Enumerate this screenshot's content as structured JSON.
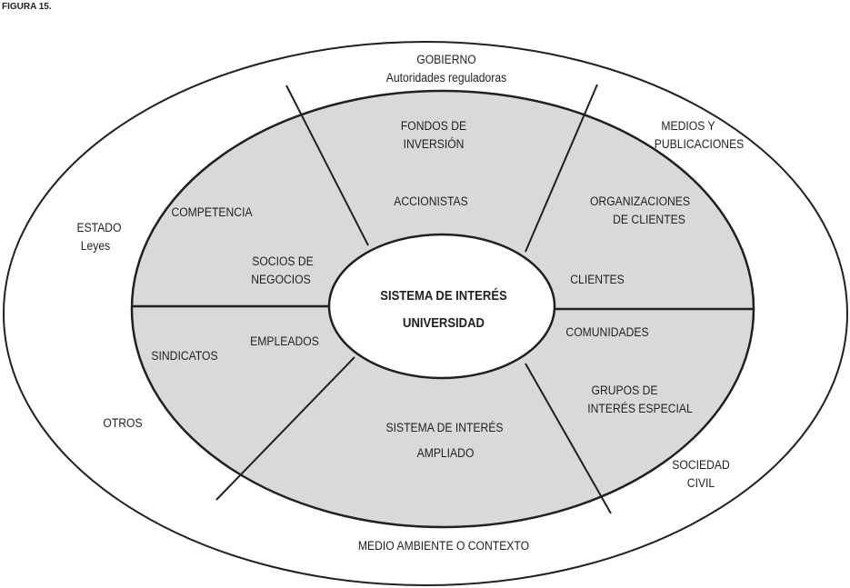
{
  "figure_label": "FIGURA 15.",
  "center": {
    "line1": "SISTEMA DE INTERÉS",
    "line2": "UNIVERSIDAD"
  },
  "inner_ring": {
    "fondos": [
      "FONDOS DE",
      "INVERSIÓN"
    ],
    "accionistas": "ACCIONISTAS",
    "competencia": "COMPETENCIA",
    "socios": [
      "SOCIOS DE",
      "NEGOCIOS"
    ],
    "org_clientes": [
      "ORGANIZACIONES",
      "DE CLIENTES"
    ],
    "clientes": "CLIENTES",
    "sindicatos": "SINDICATOS",
    "empleados": "EMPLEADOS",
    "comunidades": "COMUNIDADES",
    "grupos": [
      "GRUPOS DE",
      "INTERÉS ESPECIAL"
    ],
    "ampliado": [
      "SISTEMA DE INTERÉS",
      "AMPLIADO"
    ]
  },
  "outer_ring": {
    "gobierno": [
      "GOBIERNO",
      "Autoridades reguladoras"
    ],
    "medios": [
      "MEDIOS Y",
      "PUBLICACIONES"
    ],
    "estado": [
      "ESTADO",
      "Leyes"
    ],
    "otros": "OTROS",
    "sociedad": [
      "SOCIEDAD",
      "CIVIL"
    ],
    "medio_ambiente": "MEDIO AMBIENTE O CONTEXTO"
  },
  "colors": {
    "ring_fill": "#d9d9d9",
    "stroke": "#231f20"
  }
}
